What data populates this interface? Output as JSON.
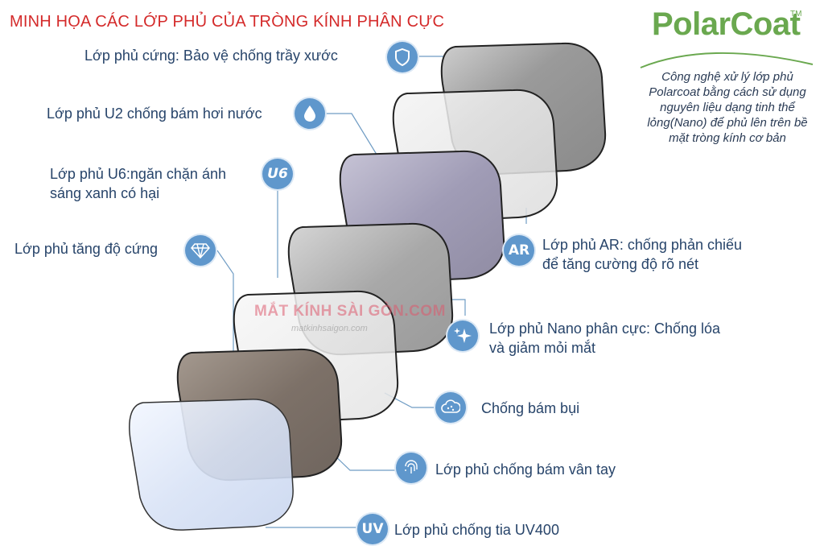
{
  "title": "MINH HỌA CÁC LỚP PHỦ CỦA TRÒNG KÍNH PHÂN CỰC",
  "brand": {
    "name": "PolarCoat",
    "tm": "TM",
    "description": "Công nghệ xử lý lớp phủ Polarcoat bằng cách sử dụng nguyên liệu dạng tinh thể lỏng(Nano) để phủ lên trên bề mặt tròng kính cơ bản"
  },
  "watermark": {
    "main": "MẮT KÍNH SÀI GÒN.COM",
    "sub": "matkinhsaigon.com"
  },
  "layers_left": [
    {
      "label": "Lớp phủ cứng: Bảo vệ chống trầy xước",
      "icon": "shield-icon"
    },
    {
      "label": "Lớp phủ U2 chống bám hơi nước",
      "icon": "water-drop-icon"
    },
    {
      "label_line1": "Lớp phủ U6:ngăn chặn ánh",
      "label_line2": "sáng xanh có hại",
      "badge": "U6",
      "icon": "u6-badge-icon"
    },
    {
      "label": "Lớp phủ tăng độ cứng",
      "icon": "diamond-icon"
    }
  ],
  "layers_right": [
    {
      "label_line1": "Lớp phủ AR: chống phản chiếu",
      "label_line2": "để tăng cường độ rõ nét",
      "badge": "AR",
      "icon": "ar-badge-icon"
    },
    {
      "label_line1": "Lớp phủ Nano phân cực: Chống lóa",
      "label_line2": "và giảm mỏi mắt",
      "icon": "sparkle-icon"
    },
    {
      "label": "Chống bám bụi",
      "icon": "dust-icon"
    },
    {
      "label": "Lớp phủ chống bám vân tay",
      "icon": "fingerprint-icon"
    },
    {
      "label": "Lớp phủ chống tia UV400",
      "badge": "UV",
      "icon": "uv-badge-icon"
    }
  ],
  "colors": {
    "title": "#d42a2a",
    "badge": "#5f97cc",
    "brand": "#6aa84f",
    "connector": "#6f9cc4"
  }
}
